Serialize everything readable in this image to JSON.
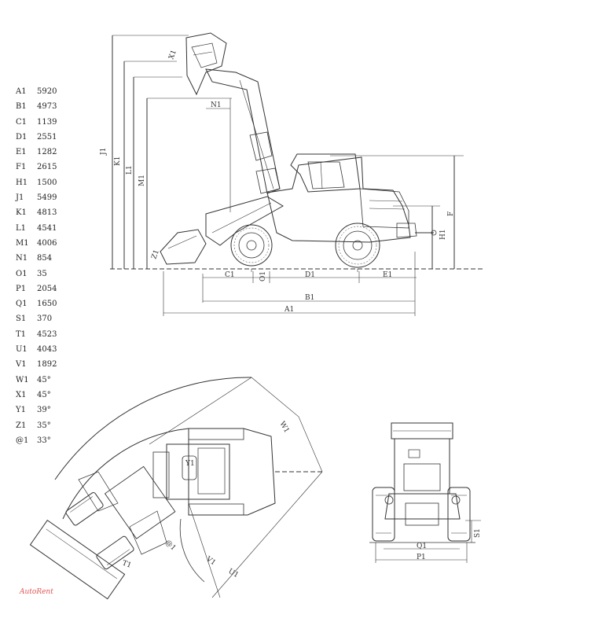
{
  "legend": [
    {
      "key": "A1",
      "value": "5920"
    },
    {
      "key": "B1",
      "value": "4973"
    },
    {
      "key": "C1",
      "value": "1139"
    },
    {
      "key": "D1",
      "value": "2551"
    },
    {
      "key": "E1",
      "value": "1282"
    },
    {
      "key": "F1",
      "value": "2615"
    },
    {
      "key": "H1",
      "value": "1500"
    },
    {
      "key": "J1",
      "value": "5499"
    },
    {
      "key": "K1",
      "value": "4813"
    },
    {
      "key": "L1",
      "value": "4541"
    },
    {
      "key": "M1",
      "value": "4006"
    },
    {
      "key": "N1",
      "value": "854"
    },
    {
      "key": "O1",
      "value": "35"
    },
    {
      "key": "P1",
      "value": "2054"
    },
    {
      "key": "Q1",
      "value": "1650"
    },
    {
      "key": "S1",
      "value": "370"
    },
    {
      "key": "T1",
      "value": "4523"
    },
    {
      "key": "U1",
      "value": "4043"
    },
    {
      "key": "V1",
      "value": "1892"
    },
    {
      "key": "W1",
      "value": "45°"
    },
    {
      "key": "X1",
      "value": "45°"
    },
    {
      "key": "Y1",
      "value": "39°"
    },
    {
      "key": "Z1",
      "value": "35°"
    },
    {
      "key": "@1",
      "value": "33°"
    }
  ],
  "labels": {
    "a1": "A1",
    "b1": "B1",
    "c1": "C1",
    "d1": "D1",
    "e1": "E1",
    "f": "F",
    "h1": "H1",
    "j1": "J1",
    "k1": "K1",
    "l1": "L1",
    "m1": "M1",
    "n1": "N1",
    "o1": "O1",
    "x1": "X1",
    "z1": "Z1",
    "p1": "P1",
    "q1": "Q1",
    "s1": "S1",
    "t1": "T1",
    "u1": "U1",
    "v1": "V1",
    "w1": "W1",
    "y1": "Y1",
    "at1": "@1"
  },
  "watermark": "AutoRent"
}
